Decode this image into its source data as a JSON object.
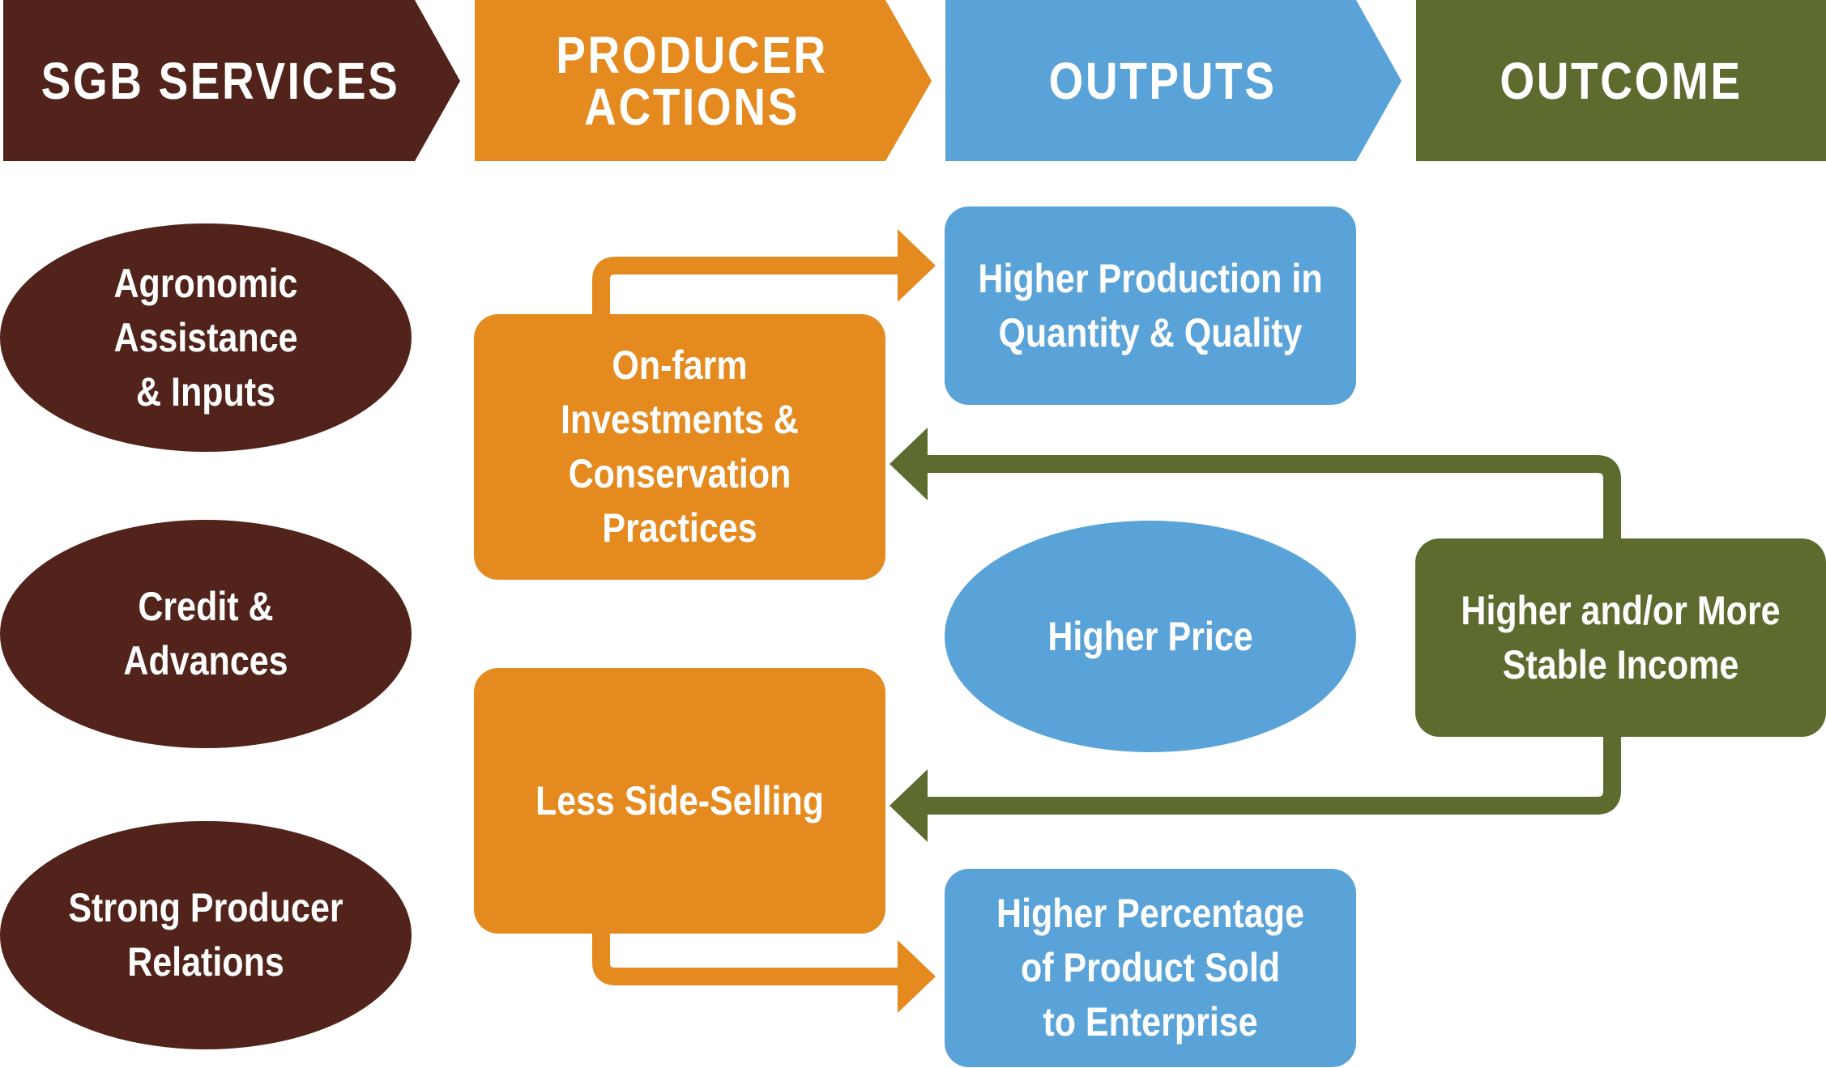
{
  "colors": {
    "brown": "#51231a",
    "orange": "#e48a1f",
    "blue": "#5aa3d8",
    "green": "#5e6b2f",
    "text": "#ffffff",
    "background": "#ffffff"
  },
  "headers": [
    {
      "id": "sgb",
      "lines": [
        "SGB SERVICES"
      ],
      "color": "brown"
    },
    {
      "id": "producer",
      "lines": [
        "PRODUCER",
        "ACTIONS"
      ],
      "color": "orange"
    },
    {
      "id": "outputs",
      "lines": [
        "OUTPUTS"
      ],
      "color": "blue"
    },
    {
      "id": "outcome",
      "lines": [
        "OUTCOME"
      ],
      "color": "green"
    }
  ],
  "services": [
    {
      "id": "agronomic",
      "lines": [
        "Agronomic",
        "Assistance",
        "& Inputs"
      ]
    },
    {
      "id": "credit",
      "lines": [
        "Credit &",
        "Advances"
      ]
    },
    {
      "id": "relations",
      "lines": [
        "Strong Producer",
        "Relations"
      ]
    }
  ],
  "actions": [
    {
      "id": "onfarm",
      "lines": [
        "On-farm",
        "Investments &",
        "Conservation",
        "Practices"
      ]
    },
    {
      "id": "sideselling",
      "lines": [
        "Less Side-Selling"
      ]
    }
  ],
  "outputs": [
    {
      "id": "production",
      "lines": [
        "Higher Production in",
        "Quantity & Quality"
      ]
    },
    {
      "id": "price",
      "lines": [
        "Higher Price"
      ]
    },
    {
      "id": "percentage",
      "lines": [
        "Higher Percentage",
        "of Product Sold",
        "to Enterprise"
      ]
    }
  ],
  "outcome": {
    "id": "income",
    "lines": [
      "Higher and/or More",
      "Stable Income"
    ]
  },
  "connections": [
    {
      "from": "onfarm",
      "to": "production",
      "color": "orange"
    },
    {
      "from": "sideselling",
      "to": "percentage",
      "color": "orange"
    },
    {
      "from": "income",
      "to": "onfarm",
      "color": "green"
    },
    {
      "from": "income",
      "to": "sideselling",
      "color": "green"
    }
  ]
}
